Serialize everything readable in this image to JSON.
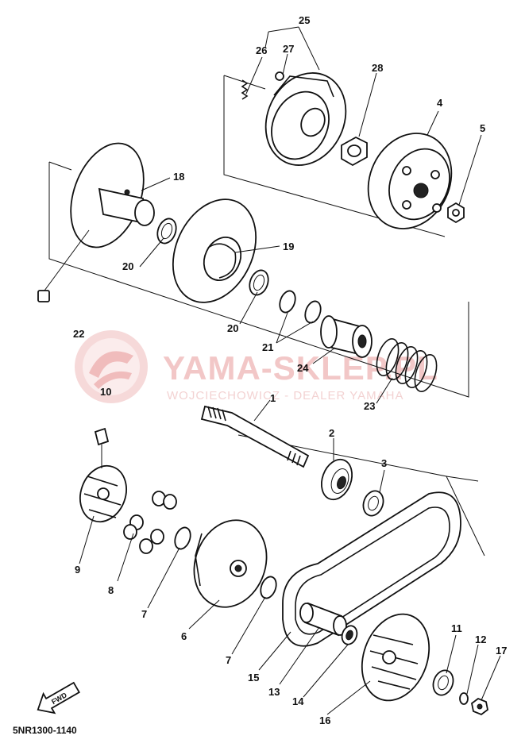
{
  "watermark": {
    "title": "YAMA-SKLEP.PL",
    "subtitle": "WOJCIECHOWICZ - DEALER YAMAHA"
  },
  "diagram_code": "5NR1300-1140",
  "fwd_label": "FWD",
  "parts": [
    {
      "ref": "1",
      "label": "1"
    },
    {
      "ref": "2",
      "label": "2"
    },
    {
      "ref": "3",
      "label": "3"
    },
    {
      "ref": "4",
      "label": "4"
    },
    {
      "ref": "5",
      "label": "5"
    },
    {
      "ref": "6",
      "label": "6"
    },
    {
      "ref": "7a",
      "label": "7"
    },
    {
      "ref": "7b",
      "label": "7"
    },
    {
      "ref": "8",
      "label": "8"
    },
    {
      "ref": "9",
      "label": "9"
    },
    {
      "ref": "10",
      "label": "10"
    },
    {
      "ref": "11",
      "label": "11"
    },
    {
      "ref": "12",
      "label": "12"
    },
    {
      "ref": "13",
      "label": "13"
    },
    {
      "ref": "14",
      "label": "14"
    },
    {
      "ref": "15",
      "label": "15"
    },
    {
      "ref": "16",
      "label": "16"
    },
    {
      "ref": "17",
      "label": "17"
    },
    {
      "ref": "18",
      "label": "18"
    },
    {
      "ref": "19",
      "label": "19"
    },
    {
      "ref": "20a",
      "label": "20"
    },
    {
      "ref": "20b",
      "label": "20"
    },
    {
      "ref": "21",
      "label": "21"
    },
    {
      "ref": "22",
      "label": "22"
    },
    {
      "ref": "23",
      "label": "23"
    },
    {
      "ref": "24",
      "label": "24"
    },
    {
      "ref": "25",
      "label": "25"
    },
    {
      "ref": "26",
      "label": "26"
    },
    {
      "ref": "27",
      "label": "27"
    },
    {
      "ref": "28",
      "label": "28"
    }
  ]
}
